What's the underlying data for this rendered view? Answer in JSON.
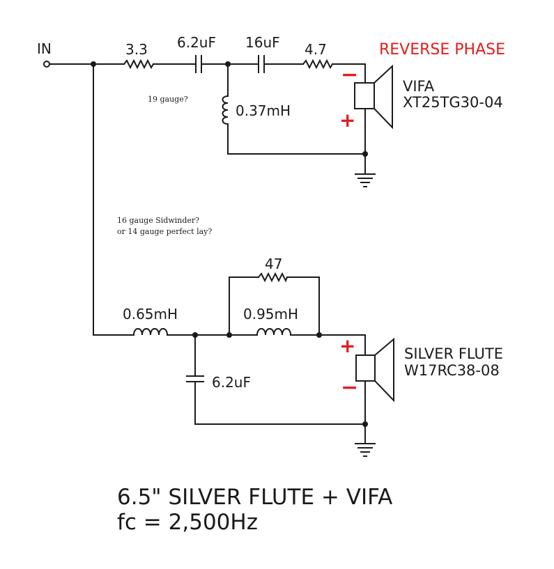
{
  "input_label": "IN",
  "reverse_phase_label": "REVERSE PHASE",
  "tweeter_branch": {
    "r1_label": "3.3",
    "c1_label": "6.2uF",
    "c2_label": "16uF",
    "r2_label": "4.7",
    "l1_label": "0.37mH",
    "wire_note": "19 gauge?",
    "driver_brand": "VIFA",
    "driver_model": "XT25TG30-04",
    "pos_terminal_top": "−",
    "pos_terminal_bottom": "+"
  },
  "woofer_branch": {
    "wire_note_line1": "16 gauge Sidwinder?",
    "wire_note_line2": "or 14 gauge perfect lay?",
    "l1_label": "0.65mH",
    "r_parallel_label": "47",
    "l2_label": "0.95mH",
    "c1_label": "6.2uF",
    "driver_brand": "SILVER FLUTE",
    "driver_model": "W17RC38-08",
    "terminal_top": "+",
    "terminal_bottom": "−"
  },
  "title": {
    "line1": "6.5\" SILVER FLUTE + VIFA",
    "line2": "fc = 2,500Hz"
  },
  "colors": {
    "wire": "#1a1a1a",
    "polarity": "#e51c1c"
  }
}
